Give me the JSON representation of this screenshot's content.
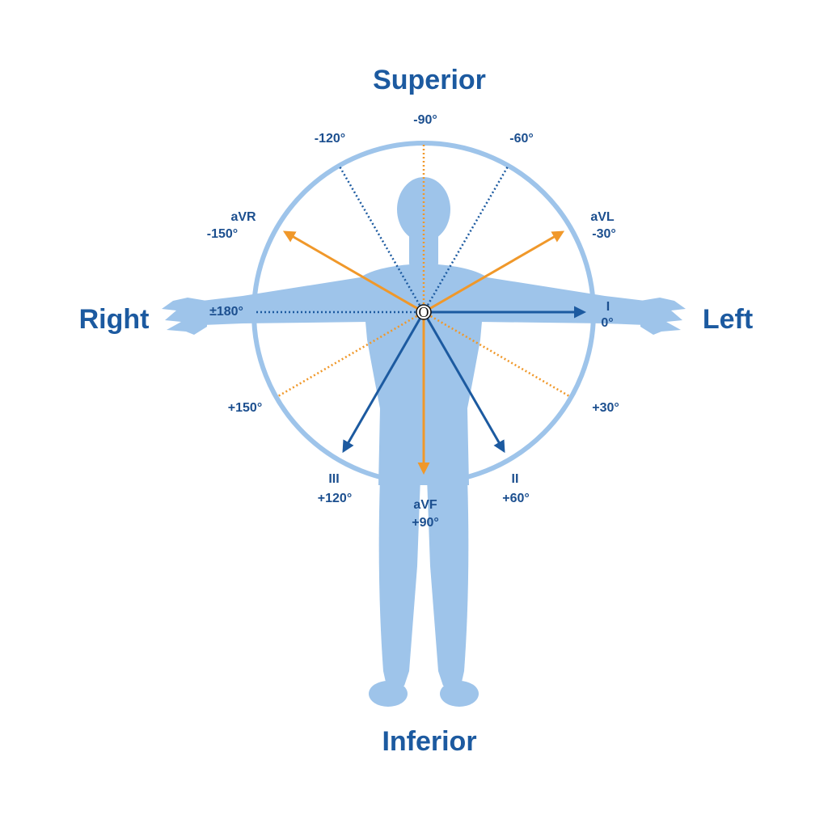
{
  "colors": {
    "body": "#9ec4ea",
    "circle": "#9ec4ea",
    "limb_lead": "#1c5aa0",
    "augmented_lead": "#f0982a",
    "text": "#1c4f8f"
  },
  "directions": {
    "superior": "Superior",
    "inferior": "Inferior",
    "right": "Right",
    "left": "Left"
  },
  "origin": "O",
  "angle_labels": {
    "minus90": "-90°",
    "minus120": "-120°",
    "minus60": "-60°",
    "avr_name": "aVR",
    "avr_angle": "-150°",
    "avl_name": "aVL",
    "avl_angle": "-30°",
    "pm180": "±180°",
    "i_name": "I",
    "i_angle": "0°",
    "plus150": "+150°",
    "plus30": "+30°",
    "iii_name": "III",
    "iii_angle": "+120°",
    "avf_name": "aVF",
    "avf_angle": "+90°",
    "ii_name": "II",
    "ii_angle": "+60°"
  },
  "leads": [
    {
      "name": "I",
      "angle": 0,
      "type": "limb"
    },
    {
      "name": "II",
      "angle": 60,
      "type": "limb"
    },
    {
      "name": "III",
      "angle": 120,
      "type": "limb"
    },
    {
      "name": "aVF",
      "angle": 90,
      "type": "augmented"
    },
    {
      "name": "aVL",
      "angle": -30,
      "type": "augmented"
    },
    {
      "name": "aVR",
      "angle": -150,
      "type": "augmented"
    }
  ],
  "reference_lines": [
    {
      "angle": -90,
      "type": "augmented"
    },
    {
      "angle": -120,
      "type": "limb"
    },
    {
      "angle": -60,
      "type": "limb"
    },
    {
      "angle": 180,
      "type": "limb"
    },
    {
      "angle": 150,
      "type": "augmented"
    },
    {
      "angle": 30,
      "type": "augmented"
    }
  ]
}
